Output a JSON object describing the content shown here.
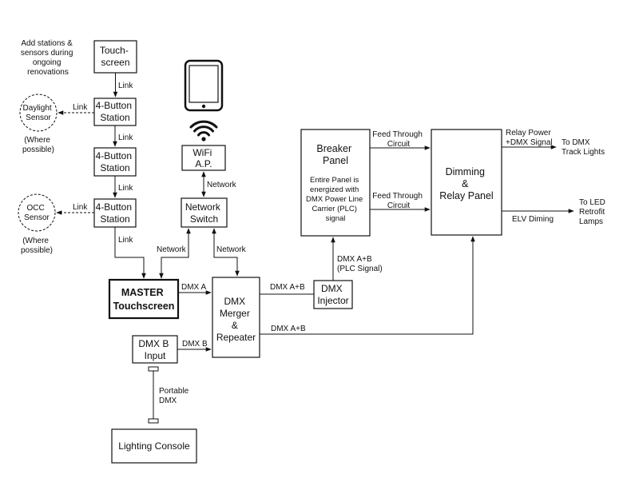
{
  "note": [
    "Add stations &",
    "sensors during",
    "ongoing",
    "renovations"
  ],
  "nodes": {
    "touchscreen": [
      "Touch-",
      "screen"
    ],
    "station1": [
      "4-Button",
      "Station"
    ],
    "station2": [
      "4-Button",
      "Station"
    ],
    "station3": [
      "4-Button",
      "Station"
    ],
    "daylight": [
      "Daylight",
      "Sensor"
    ],
    "occ": [
      "OCC",
      "Sensor"
    ],
    "where1": [
      "(Where",
      "possible)"
    ],
    "where2": [
      "(Where",
      "possible)"
    ],
    "master": [
      "MASTER",
      "Touchscreen"
    ],
    "wifi": [
      "WiFi",
      "A.P."
    ],
    "switch": [
      "Network",
      "Switch"
    ],
    "merger": [
      "DMX",
      "Merger",
      "&",
      "Repeater"
    ],
    "injector": [
      "DMX",
      "Injector"
    ],
    "dmxb": [
      "DMX B",
      "Input"
    ],
    "console": [
      "Lighting Console"
    ],
    "breaker_title": [
      "Breaker",
      "Panel"
    ],
    "breaker_desc": [
      "Entire Panel is",
      "energized with",
      "DMX Power Line",
      "Carrier (PLC)",
      "signal"
    ],
    "dimming": [
      "Dimming",
      "&",
      "Relay Panel"
    ]
  },
  "edges": {
    "link1": "Link",
    "link2": "Link",
    "link3": "Link",
    "link4": "Link",
    "link5": "Link",
    "link6": "Link",
    "network1": "Network",
    "network2": "Network",
    "network3": "Network",
    "dmx_a": "DMX A",
    "dmx_ab1": "DMX A+B",
    "dmx_ab2": "DMX A+B",
    "dmx_b": "DMX B",
    "dmx_ab_plc": [
      "DMX A+B",
      "(PLC Signal)"
    ],
    "feed1": [
      "Feed Through",
      "Circuit"
    ],
    "feed2": [
      "Feed Through",
      "Circuit"
    ],
    "relay": [
      "Relay Power",
      "+DMX Signal"
    ],
    "track": [
      "To DMX",
      "Track Lights"
    ],
    "elv": "ELV Diming",
    "led": [
      "To LED",
      "Retrofit",
      "Lamps"
    ],
    "portable": [
      "Portable",
      "DMX"
    ]
  },
  "icons": [
    "tablet-icon",
    "wifi-icon"
  ]
}
